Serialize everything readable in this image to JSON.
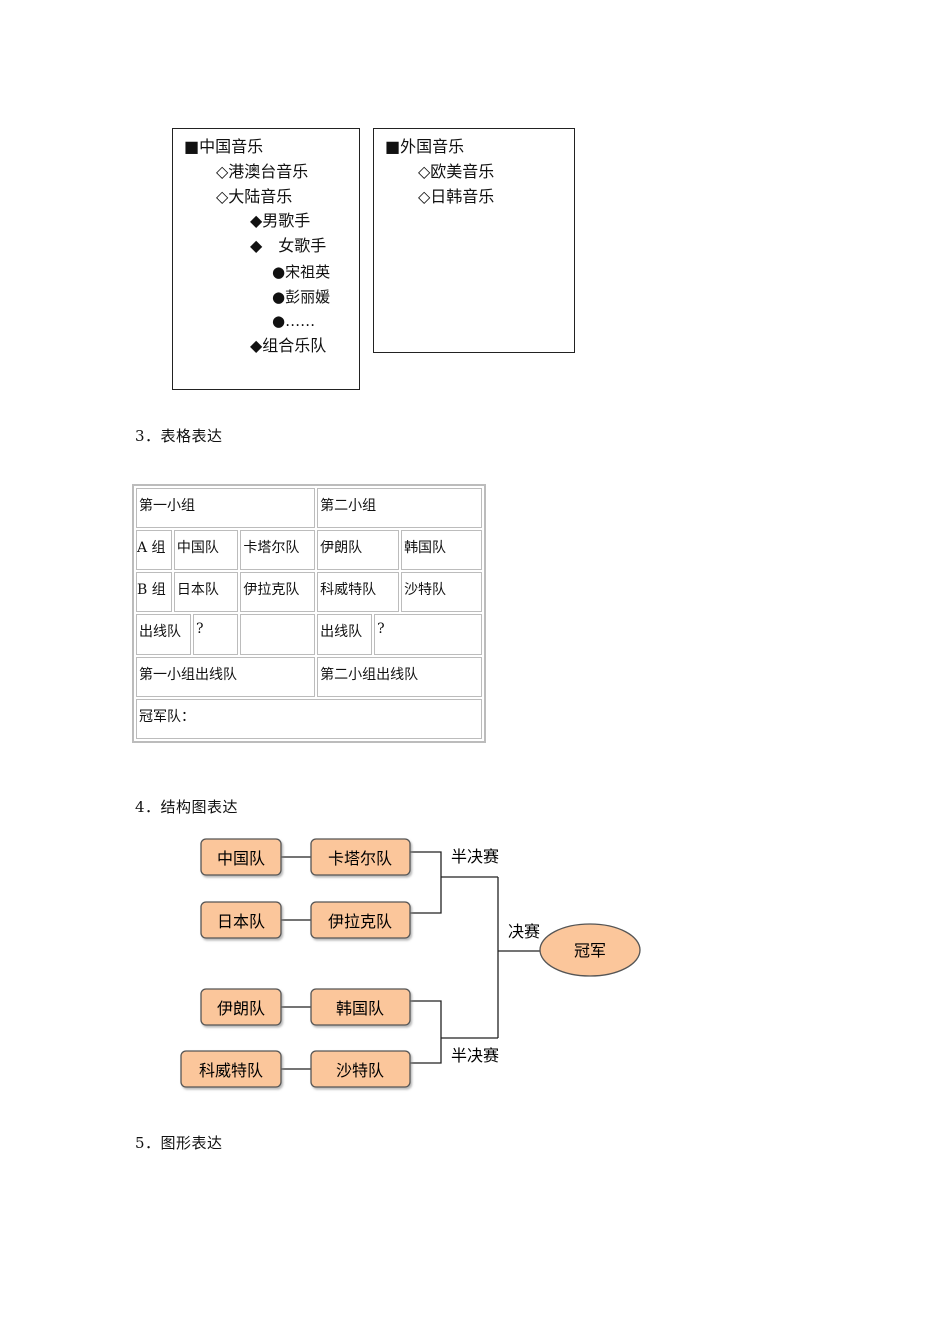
{
  "music_tree": {
    "chinese": [
      {
        "text": "■中国音乐"
      },
      {
        "text": "◇港澳台音乐"
      },
      {
        "text": "◇大陆音乐"
      },
      {
        "text": "◆男歌手"
      },
      {
        "text": "◆　女歌手"
      },
      {
        "text": "●宋祖英"
      },
      {
        "text": "●彭丽媛"
      },
      {
        "text": "●……"
      },
      {
        "text": "◆组合乐队"
      }
    ],
    "foreign": [
      {
        "text": "■外国音乐"
      },
      {
        "text": "◇欧美音乐"
      },
      {
        "text": "◇日韩音乐"
      }
    ]
  },
  "section3": {
    "title": "3．表格表达"
  },
  "group_table": {
    "group1_header": "第一小组",
    "group2_header": "第二小组",
    "row_a": {
      "label": "A 组",
      "c1": "中国队",
      "c2": "卡塔尔队",
      "c3": "伊朗队",
      "c4": "韩国队"
    },
    "row_b": {
      "label": "B 组",
      "c1": "日本队",
      "c2": "伊拉克队",
      "c3": "科威特队",
      "c4": "沙特队"
    },
    "advance": {
      "label1": "出线队",
      "q1": "?",
      "label2": "出线队",
      "q2": "?"
    },
    "advance_groups": {
      "g1": "第一小组出线队",
      "g2": "第二小组出线队"
    },
    "champion": "冠军队："
  },
  "section4": {
    "title": "4．结构图表达"
  },
  "bracket": {
    "teams": {
      "china": "中国队",
      "qatar": "卡塔尔队",
      "japan": "日本队",
      "iraq": "伊拉克队",
      "iran": "伊朗队",
      "korea": "韩国队",
      "kuwait": "科威特队",
      "saudi": "沙特队"
    },
    "semifinal_label": "半决赛",
    "final_label": "决赛",
    "champion": "冠军",
    "colors": {
      "box_fill": "#fbc69b",
      "box_stroke": "#555555",
      "oval_fill": "#fbc69b"
    }
  },
  "section5": {
    "title": "5．图形表达"
  }
}
